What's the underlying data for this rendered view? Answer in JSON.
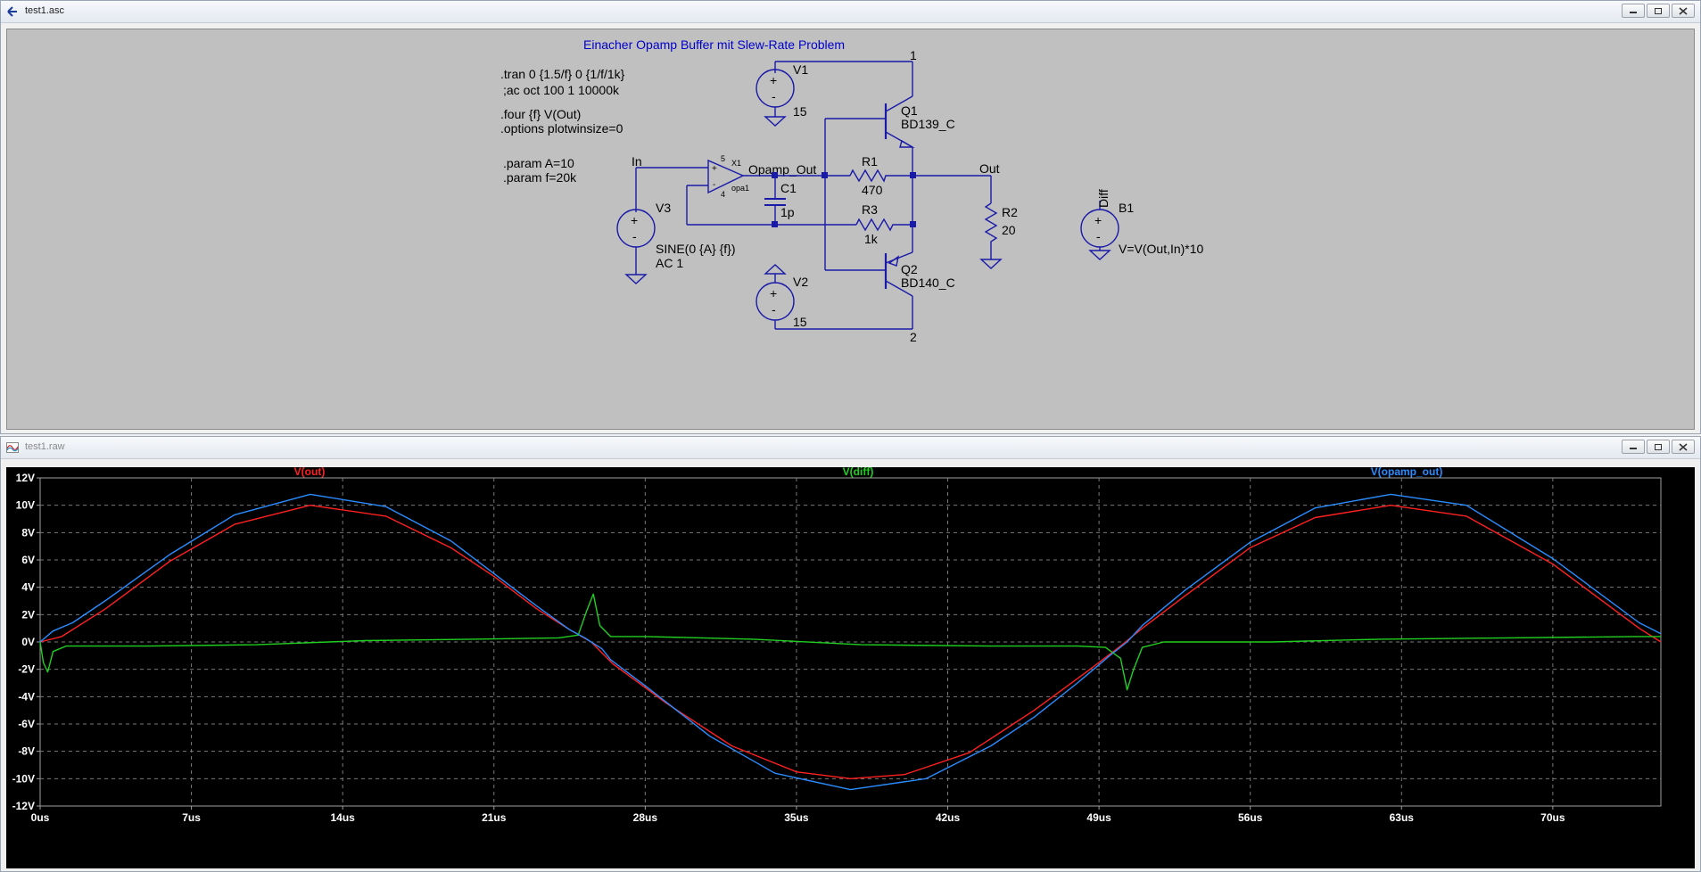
{
  "schematic_window": {
    "title": "test1.asc",
    "title_text": "Einacher Opamp Buffer mit Slew-Rate Problem",
    "directives": [
      ".tran 0 {1.5/f} 0 {1/f/1k}",
      ";ac oct 100 1 10000k",
      ".four {f} V(Out)",
      ".options plotwinsize=0",
      ".param A=10",
      ".param f=20k"
    ],
    "labels": {
      "v1": "V1",
      "v1_val": "15",
      "v2": "V2",
      "v2_val": "15",
      "v3": "V3",
      "v3_val1": "SINE(0 {A} {f})",
      "v3_val2": "AC 1",
      "q1": "Q1",
      "q1_model": "BD139_C",
      "q2": "Q2",
      "q2_model": "BD140_C",
      "r1": "R1",
      "r1_val": "470",
      "r2": "R2",
      "r2_val": "20",
      "r3": "R3",
      "r3_val": "1k",
      "c1": "C1",
      "c1_val": "1p",
      "b1": "B1",
      "b1_val": "V=V(Out,In)*10",
      "x1": "X1",
      "opamp_model": "opa1",
      "net_in": "In",
      "net_opamp_out": "Opamp_Out",
      "net_out": "Out",
      "net_diff": "Diff",
      "net_1": "1",
      "net_2": "2",
      "pin_plus": "+",
      "pin_minus": "-",
      "pin_4": "4",
      "pin_5": "5"
    }
  },
  "plot_window": {
    "title": "test1.raw"
  },
  "chart_data": {
    "type": "line",
    "xlabel": "",
    "ylabel": "",
    "xlim": [
      0,
      75
    ],
    "ylim": [
      -12,
      12
    ],
    "x_unit": "us",
    "y_unit": "V",
    "x_ticks": [
      "0us",
      "7us",
      "14us",
      "21us",
      "28us",
      "35us",
      "42us",
      "49us",
      "56us",
      "63us",
      "70us"
    ],
    "y_ticks": [
      "12V",
      "10V",
      "8V",
      "6V",
      "4V",
      "2V",
      "0V",
      "-2V",
      "-4V",
      "-6V",
      "-8V",
      "-10V",
      "-12V"
    ],
    "grid": true,
    "legend": "top",
    "series": [
      {
        "name": "V(out)",
        "color": "#ff2020",
        "x": [
          0,
          1,
          3,
          6,
          9,
          12.5,
          16,
          19,
          21,
          23,
          24.5,
          25.5,
          26.5,
          29,
          32,
          35,
          37.5,
          40,
          43,
          46,
          48.5,
          50,
          51,
          53,
          56,
          59,
          62.5,
          66,
          70,
          74,
          75
        ],
        "y": [
          0,
          0.4,
          2.4,
          5.9,
          8.6,
          10,
          9.2,
          6.9,
          4.8,
          2.4,
          0.9,
          0,
          -1.6,
          -4.5,
          -7.6,
          -9.5,
          -10,
          -9.7,
          -8.1,
          -5.0,
          -2.1,
          -0.3,
          1.0,
          3.4,
          6.9,
          9.1,
          10,
          9.2,
          5.7,
          1.0,
          0
        ]
      },
      {
        "name": "V(diff)",
        "color": "#20d020",
        "x": [
          0,
          0.15,
          0.35,
          0.6,
          1.2,
          5,
          10,
          15,
          20,
          24,
          24.9,
          25.3,
          25.6,
          25.9,
          26.4,
          28,
          33,
          38,
          44,
          48,
          49.3,
          50,
          50.3,
          50.6,
          51,
          52,
          57,
          62,
          68,
          74,
          75
        ],
        "y": [
          0,
          -1.5,
          -2.2,
          -0.7,
          -0.3,
          -0.3,
          -0.2,
          0.1,
          0.2,
          0.3,
          0.5,
          2.3,
          3.5,
          1.2,
          0.4,
          0.4,
          0.2,
          -0.2,
          -0.3,
          -0.3,
          -0.4,
          -1.2,
          -3.5,
          -2.0,
          -0.4,
          0.0,
          0.0,
          0.2,
          0.3,
          0.4,
          0.4
        ]
      },
      {
        "name": "V(opamp_out)",
        "color": "#2a8cff",
        "x": [
          0,
          0.6,
          1.5,
          3,
          6,
          9,
          12.5,
          16,
          19,
          21,
          23,
          24.5,
          25.2,
          26,
          26.4,
          28,
          31,
          34,
          37.5,
          41,
          44,
          46,
          48,
          49.5,
          50.3,
          51,
          53,
          56,
          59,
          62.5,
          66,
          70,
          74,
          75
        ],
        "y": [
          0,
          0.8,
          1.4,
          3.0,
          6.4,
          9.3,
          10.8,
          9.9,
          7.4,
          5.0,
          2.6,
          0.9,
          0.3,
          -0.5,
          -1.3,
          -3.2,
          -6.9,
          -9.6,
          -10.8,
          -10.0,
          -7.6,
          -5.5,
          -3.0,
          -1.0,
          0.0,
          1.2,
          3.8,
          7.3,
          9.8,
          10.8,
          10.0,
          6.1,
          1.4,
          0.6
        ]
      }
    ]
  }
}
